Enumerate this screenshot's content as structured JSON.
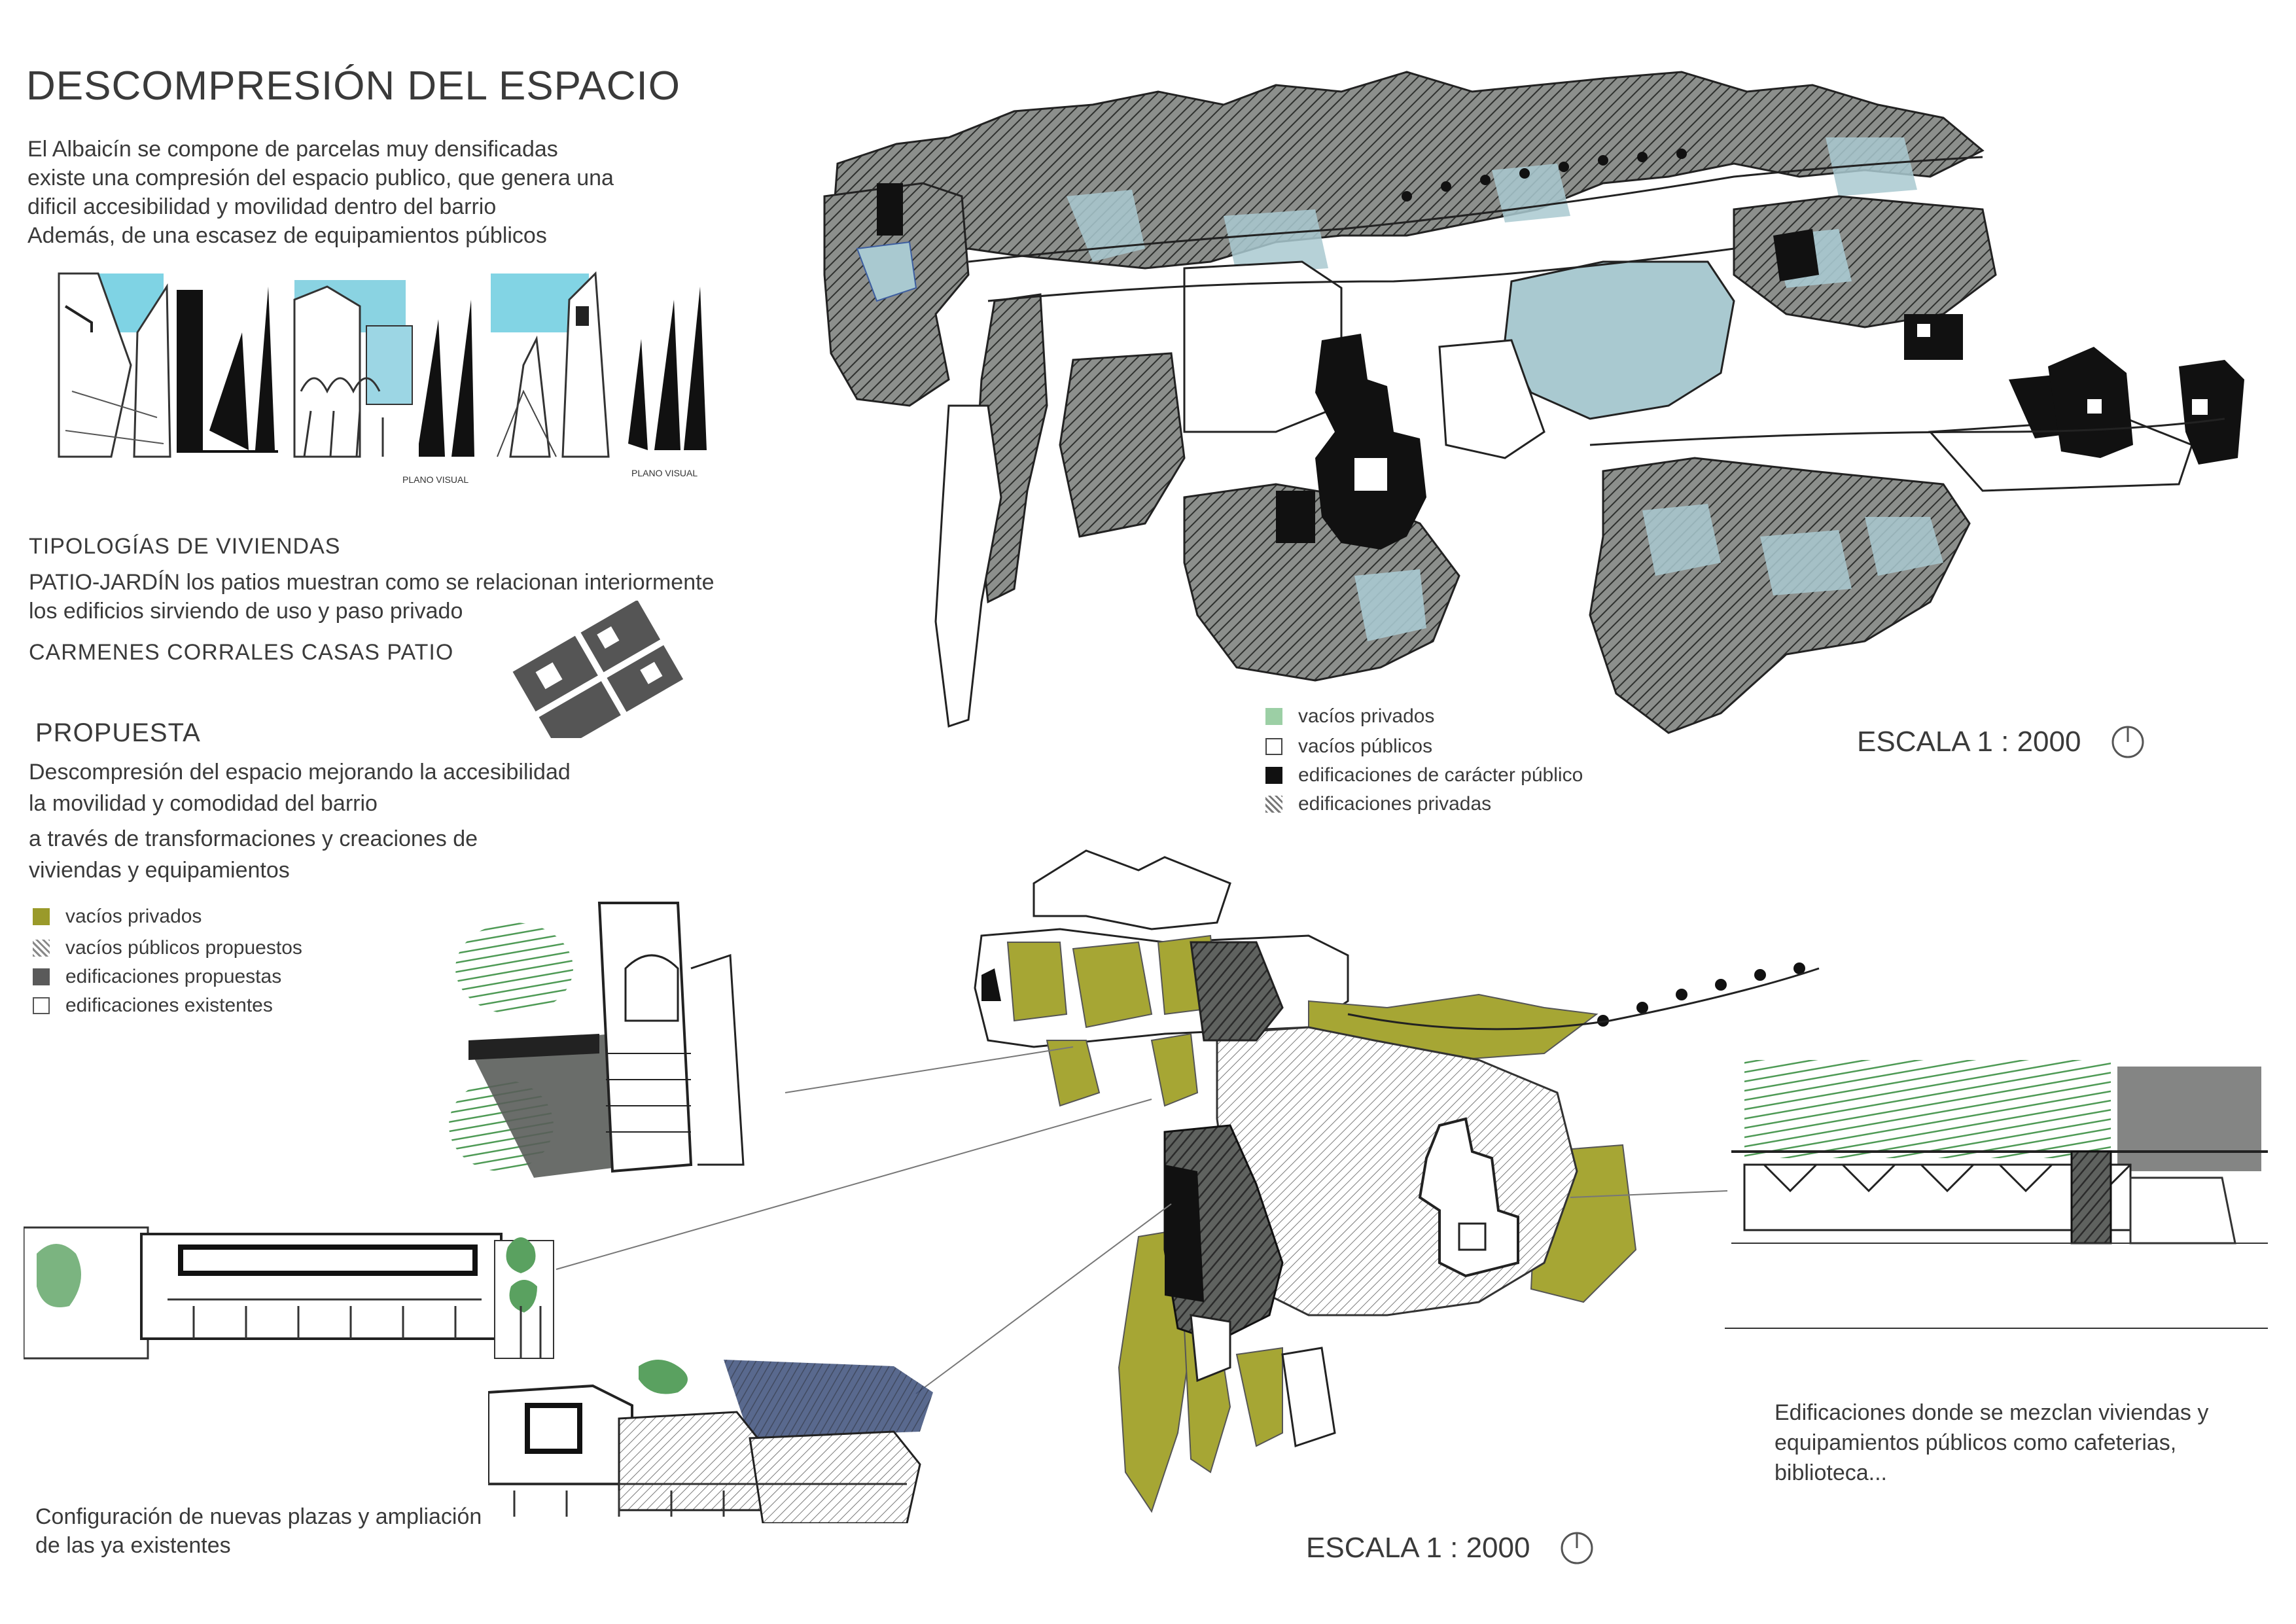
{
  "title": "DESCOMPRESIÓN DEL ESPACIO",
  "intro": [
    "El Albaicín se compone de parcelas muy densificadas",
    "existe una compresión del espacio publico, que genera una",
    "dificil accesibilidad y movilidad dentro del barrio",
    "Además, de una escasez de equipamientos públicos"
  ],
  "sketch_labels": {
    "plano_visual_1": "PLANO VISUAL",
    "plano_visual_2": "PLANO VISUAL"
  },
  "tipologias": {
    "heading": "TIPOLOGÍAS DE VIVIENDAS",
    "lines": [
      "PATIO-JARDÍN los patios muestran como se relacionan interiormente",
      "los edificios sirviendo de uso y paso privado"
    ],
    "types": "CARMENES CORRALES  CASAS PATIO"
  },
  "propuesta": {
    "heading": "PROPUESTA",
    "lines": [
      "Descompresión del espacio mejorando la accesibilidad",
      "la movilidad y comodidad del barrio",
      "a través de transformaciones y creaciones de",
      "viviendas y equipamientos"
    ]
  },
  "legend_proposed": [
    {
      "label": "vacíos privados",
      "swatch": "olive",
      "color": "#9a9a2a"
    },
    {
      "label": "vacíos públicos propuestos",
      "swatch": "hatch",
      "color": "#8a8a8a"
    },
    {
      "label": "edificaciones propuestas",
      "swatch": "solid",
      "color": "#5a5a5a"
    },
    {
      "label": "edificaciones existentes",
      "swatch": "outline",
      "color": "#555555"
    }
  ],
  "legend_existing": [
    {
      "label": "vacíos privados",
      "swatch": "mint",
      "color": "#9ccfa5"
    },
    {
      "label": "vacíos públicos",
      "swatch": "outline",
      "color": "#444444"
    },
    {
      "label": "edificaciones de carácter público",
      "swatch": "solid",
      "color": "#111111"
    },
    {
      "label": "edificaciones privadas",
      "swatch": "hatch",
      "color": "#777777"
    }
  ],
  "scale_top": "ESCALA 1 : 2000",
  "scale_bottom": "ESCALA 1 : 2000",
  "caption_plazas": [
    "Configuración de nuevas plazas y ampliación",
    "de las ya existentes"
  ],
  "caption_edificaciones": [
    "Edificaciones donde se mezclan viviendas y",
    "equipamientos públicos como cafeterias,",
    "biblioteca..."
  ],
  "colors": {
    "text": "#3a3a3a",
    "hatch_gray": "#6f726f",
    "water_blue": "#a9c9d0",
    "olive": "#a6a634",
    "green": "#4f9a55",
    "black": "#111111"
  }
}
